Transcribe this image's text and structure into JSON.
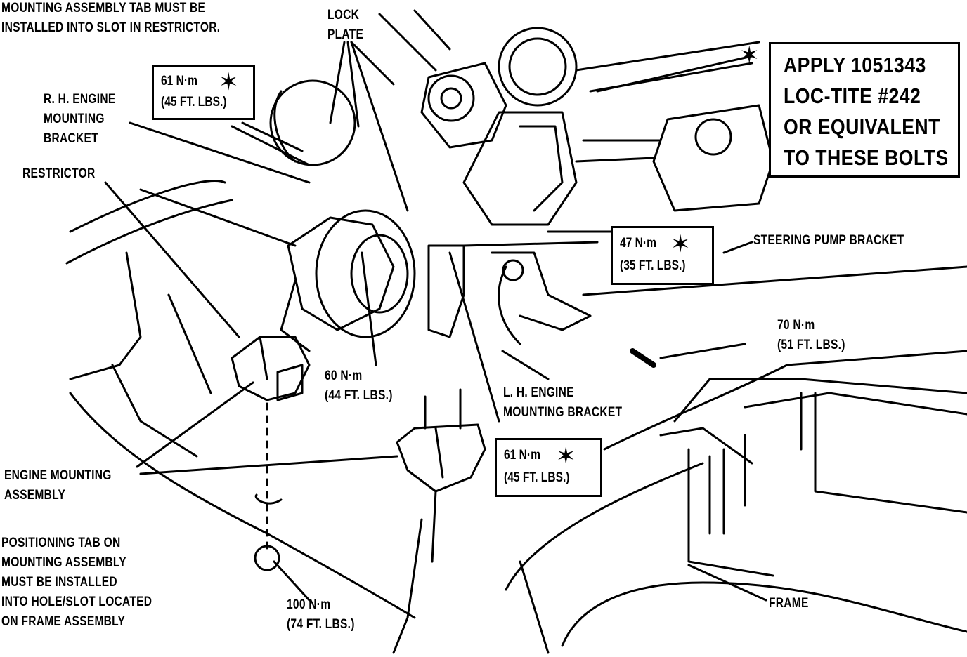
{
  "labels": {
    "tab_note_1": "MOUNTING ASSEMBLY TAB MUST BE",
    "tab_note_2": "INSTALLED INTO SLOT IN RESTRICTOR.",
    "lock_plate_1": "LOCK",
    "lock_plate_2": "PLATE",
    "rh_bracket_1": "R. H. ENGINE",
    "rh_bracket_2": "MOUNTING",
    "rh_bracket_3": "BRACKET",
    "restrictor": "RESTRICTOR",
    "steering_pump": "STEERING PUMP BRACKET",
    "lh_bracket_1": "L. H. ENGINE",
    "lh_bracket_2": "MOUNTING BRACKET",
    "engine_mount_1": "ENGINE MOUNTING",
    "engine_mount_2": "ASSEMBLY",
    "positioning_1": "POSITIONING TAB ON",
    "positioning_2": "MOUNTING ASSEMBLY",
    "positioning_3": "MUST BE INSTALLED",
    "positioning_4": "INTO HOLE/SLOT LOCATED",
    "positioning_5": "ON FRAME ASSEMBLY",
    "frame": "FRAME"
  },
  "torques": {
    "t61_top": {
      "nm": "61 N·m",
      "ft": "(45 FT. LBS.)"
    },
    "t47": {
      "nm": "47 N·m",
      "ft": "(35 FT. LBS.)"
    },
    "t70": {
      "nm": "70 N·m",
      "ft": "(51 FT. LBS.)"
    },
    "t60": {
      "nm": "60 N·m",
      "ft": "(44 FT. LBS.)"
    },
    "t61_bottom": {
      "nm": "61 N·m",
      "ft": "(45 FT. LBS.)"
    },
    "t100": {
      "nm": "100 N·m",
      "ft": "(74 FT. LBS.)"
    }
  },
  "apply_box": {
    "line1": "APPLY 1051343",
    "line2": "LOC-TITE #242",
    "line3": "OR EQUIVALENT",
    "line4": "TO THESE BOLTS"
  },
  "star_symbol": "✶",
  "colors": {
    "ink": "#000000",
    "paper": "#ffffff"
  }
}
